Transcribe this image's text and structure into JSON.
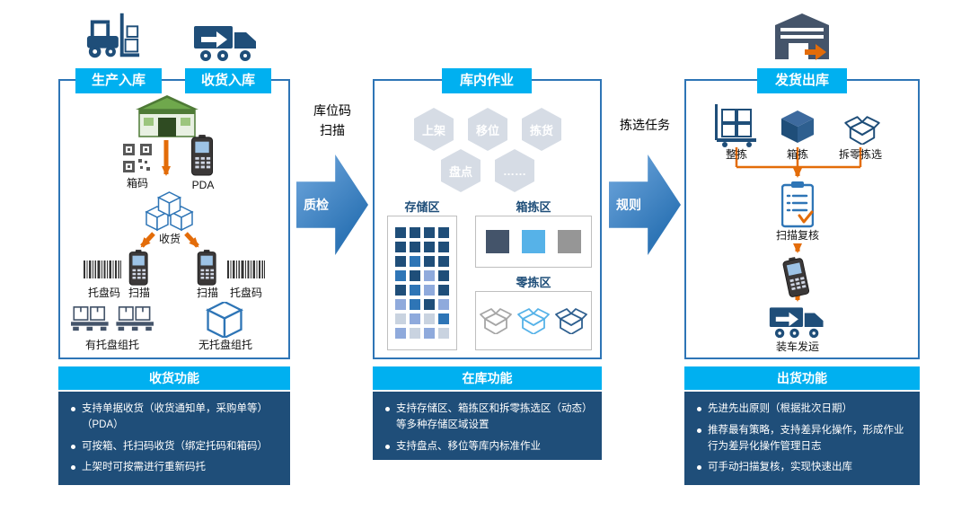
{
  "colors": {
    "tag_bg": "#00B0F0",
    "panel_border": "#2E75B6",
    "footer_bg": "#1F4E79",
    "orange_arrow": "#E36C09",
    "flow_arrow_blue": "#2E75B6",
    "hex_bg": "#D6DCE5",
    "storage_dark": "#1F4E79",
    "storage_medium": "#2E75B6",
    "storage_light": "#8FAADC",
    "case_dark": "#44546A",
    "case_lightblue": "#56B2E8",
    "case_gray": "#969696"
  },
  "inbound": {
    "tag_production": "生产入库",
    "tag_receiving": "收货入库",
    "box_code": "箱码",
    "pda": "PDA",
    "receive": "收货",
    "pallet_code_left": "托盘码",
    "scan_left": "扫描",
    "scan_right": "扫描",
    "pallet_code_right": "托盘码",
    "with_pallet": "有托盘组托",
    "without_pallet": "无托盘组托",
    "footer_title": "收货功能",
    "bullets": [
      "支持单据收货（收货通知单，采购单等）（PDA）",
      "可按箱、托扫码收货（绑定托码和箱码）",
      "上架时可按需进行重新码托"
    ]
  },
  "flow1": {
    "label": "库位码\n扫描",
    "arrow_label": "质检"
  },
  "ops": {
    "tag": "库内作业",
    "hexagons": [
      "上架",
      "移位",
      "拣货",
      "盘点",
      "……"
    ],
    "storage_label": "存储区",
    "case_pick_label": "箱拣区",
    "piece_pick_label": "零拣区",
    "storage_grid": [
      "dddd",
      "dddd",
      "dmdd",
      "mdld",
      "dmld",
      "lmdl",
      "glgm",
      "lglg"
    ],
    "footer_title": "在库功能",
    "bullets": [
      "支持存储区、箱拣区和拆零拣选区（动态）等多种存储区域设置",
      "支持盘点、移位等库内标准作业"
    ]
  },
  "flow2": {
    "label": "拣选任务",
    "arrow_label": "规则"
  },
  "outbound": {
    "tag": "发货出库",
    "full_pick": "整拣",
    "case_pick": "箱拣",
    "piece_pick": "拆零拣选",
    "scan_check": "扫描复核",
    "ship": "装车发运",
    "footer_title": "出货功能",
    "bullets": [
      "先进先出原则（根据批次日期）",
      "推荐最有策略，支持差异化操作，形成作业行为差异化操作管理日志",
      "可手动扫描复核，实现快速出库"
    ]
  }
}
